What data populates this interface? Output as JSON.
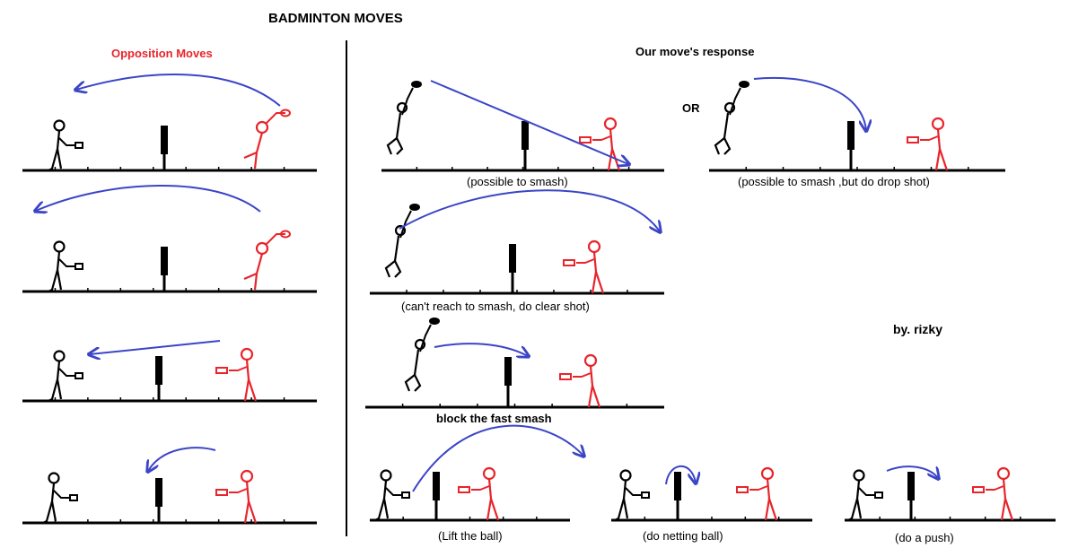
{
  "title": "BADMINTON MOVES",
  "opposition": {
    "heading": "Opposition Moves"
  },
  "response": {
    "heading": "Our move's response",
    "or_label": "OR",
    "captions": {
      "smash": "(possible to smash)",
      "drop_shot": "(possible to smash ,but do drop shot)",
      "clear_shot": "(can't reach to smash, do clear shot)",
      "block": "block the fast smash",
      "lift": "(Lift the ball)",
      "netting": "(do netting ball)",
      "push": "(do a push)"
    }
  },
  "author": "by. rizky",
  "colors": {
    "ink": "#000000",
    "opponent": "#e8252b",
    "trajectory": "#3b45c6"
  }
}
